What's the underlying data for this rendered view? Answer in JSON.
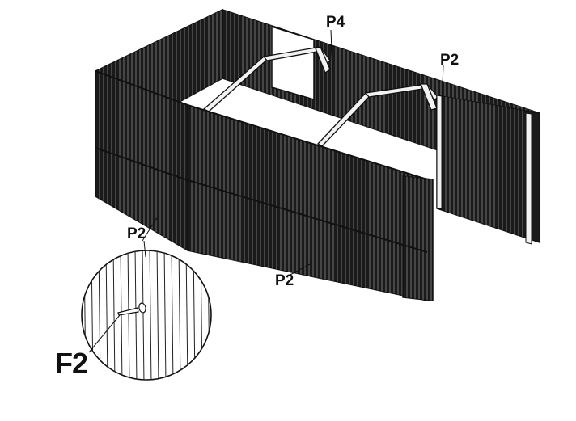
{
  "figure": {
    "subject": "shed-wall-panel-assembly",
    "colors": {
      "background": "#ffffff",
      "panel_dark": "#1a1a1a",
      "rib_light": "#9a9a9a",
      "frame_light": "#f2f2f2",
      "outline": "#111111"
    }
  },
  "callouts": {
    "p4_top": "P4",
    "p2_right": "P2",
    "p2_left": "P2",
    "p2_bottom": "P2",
    "f2_detail": "F2"
  }
}
